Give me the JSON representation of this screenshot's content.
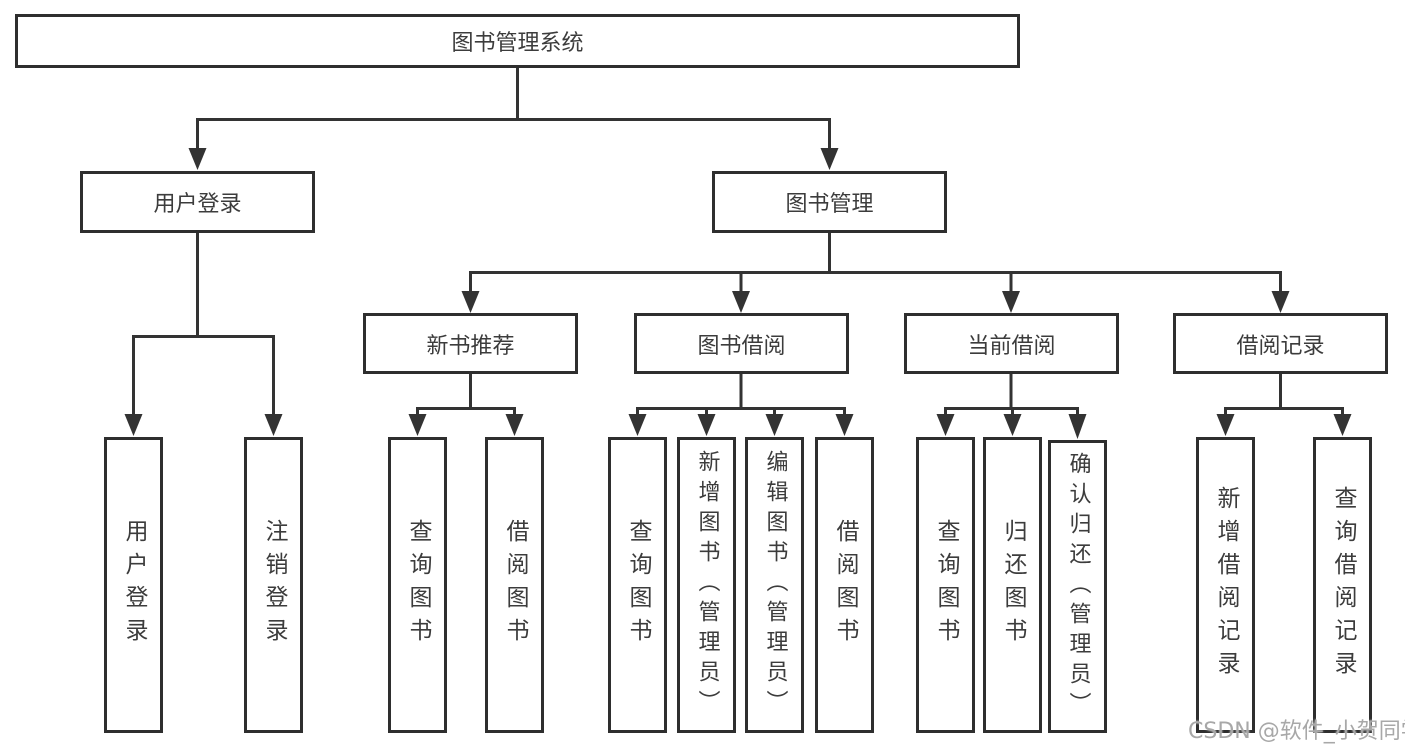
{
  "diagram": {
    "root_label": "图书管理系统",
    "level2": [
      {
        "label": "用户登录",
        "children": [
          {
            "label": "用户登录"
          },
          {
            "label": "注销登录"
          }
        ]
      },
      {
        "label": "图书管理",
        "sections": [
          {
            "label": "新书推荐",
            "children": [
              {
                "label": "查询图书"
              },
              {
                "label": "借阅图书"
              }
            ]
          },
          {
            "label": "图书借阅",
            "children": [
              {
                "label": "查询图书"
              },
              {
                "label": "新增图书（管理员）"
              },
              {
                "label": "编辑图书（管理员）"
              },
              {
                "label": "借阅图书"
              }
            ]
          },
          {
            "label": "当前借阅",
            "children": [
              {
                "label": "查询图书"
              },
              {
                "label": "归还图书"
              },
              {
                "label": "确认归还（管理员）"
              }
            ]
          },
          {
            "label": "借阅记录",
            "children": [
              {
                "label": "新增借阅记录"
              },
              {
                "label": "查询借阅记录"
              }
            ]
          }
        ]
      }
    ]
  },
  "watermark": {
    "text": "CSDN @软件_小贺同学"
  },
  "colors": {
    "line": "#333333",
    "box_border": "#2e2e2e",
    "text": "#3c3c3c",
    "watermark": "#a8a8a8",
    "background": "#ffffff"
  }
}
